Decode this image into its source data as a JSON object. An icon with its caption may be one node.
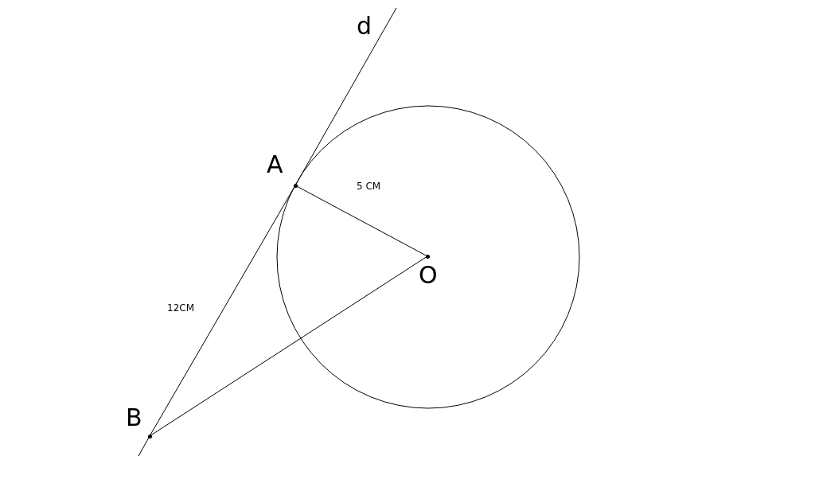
{
  "diagram": {
    "nodes": [
      {
        "text": [
          "A"
        ]
      },
      {
        "text": [
          "O"
        ]
      },
      {
        "text": [
          "B"
        ]
      }
    ],
    "edges": [
      {
        "from": 0,
        "to": 1,
        "arrow": "none",
        "label": "5 CM"
      },
      {
        "from": 0,
        "to": 2,
        "arrow": "none",
        "label": "12CM"
      },
      {
        "from": 2,
        "to": 1,
        "arrow": "none"
      }
    ],
    "labels": [
      "d"
    ]
  }
}
